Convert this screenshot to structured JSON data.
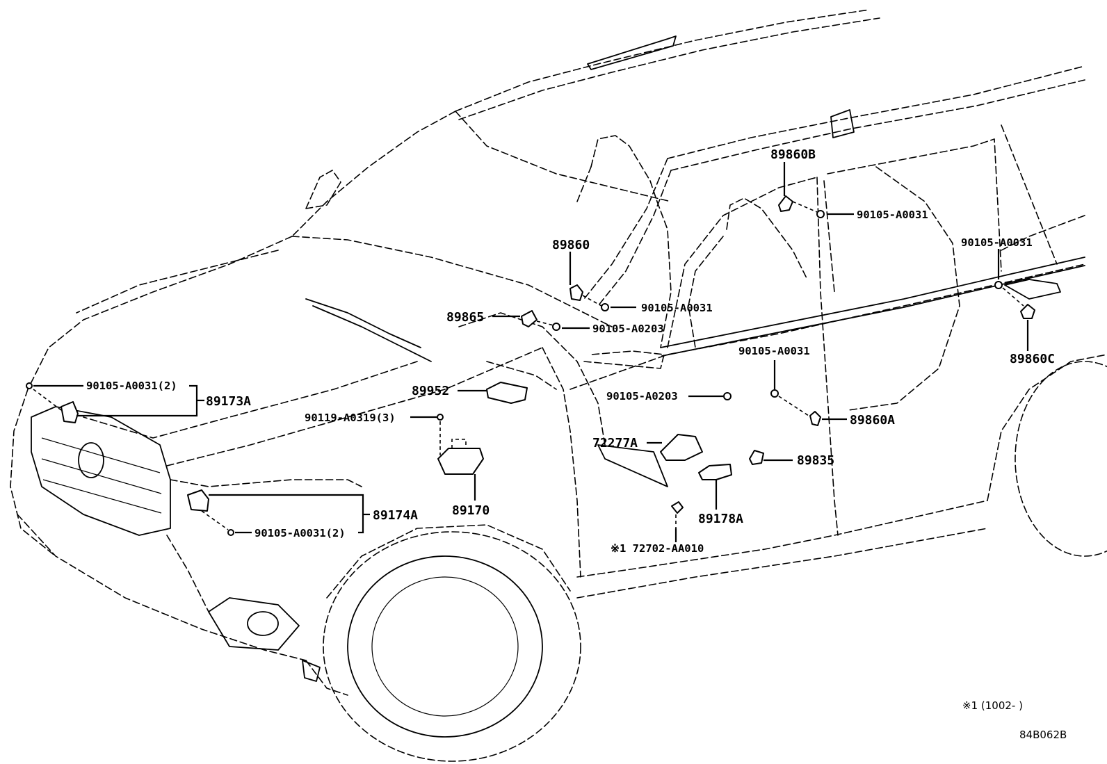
{
  "diagram": {
    "labels": {
      "p89860B": "89860B",
      "b90105_A0031_top": "90105-A0031",
      "b90105_A0031_right": "90105-A0031",
      "p89860": "89860",
      "b90105_A0031_mid": "90105-A0031",
      "p89865": "89865",
      "b90105_A0203_upper": "90105-A0203",
      "p89860C": "89860C",
      "b90105_A0031_door": "90105-A0031",
      "p89952": "89952",
      "b90105_A0031_2_front": "90105-A0031(2)",
      "p89173A": "89173A",
      "b90105_A0203_lower": "90105-A0203",
      "p89860A": "89860A",
      "b90119_A0319_3": "90119-A0319(3)",
      "p72277A": "72277A",
      "p89835": "89835",
      "p89174A": "89174A",
      "p89170": "89170",
      "b90105_A0031_2_lower": "90105-A0031(2)",
      "p89178A": "89178A",
      "note_72702": "※1 72702-AA010",
      "footnote": "※1 (1002-      )",
      "drawing_id": "84B062B"
    }
  }
}
